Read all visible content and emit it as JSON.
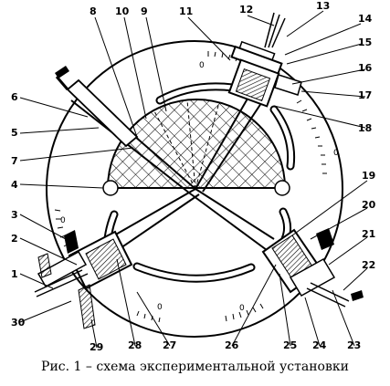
{
  "caption": "Рис. 1 – схема экспериментальной установки",
  "labels": [
    "1",
    "2",
    "3",
    "4",
    "5",
    "6",
    "7",
    "8",
    "9",
    "10",
    "11",
    "12",
    "13",
    "14",
    "15",
    "16",
    "17",
    "18",
    "19",
    "20",
    "21",
    "22",
    "23",
    "24",
    "25",
    "26",
    "27",
    "28",
    "29",
    "30"
  ],
  "scale_zero": "0"
}
